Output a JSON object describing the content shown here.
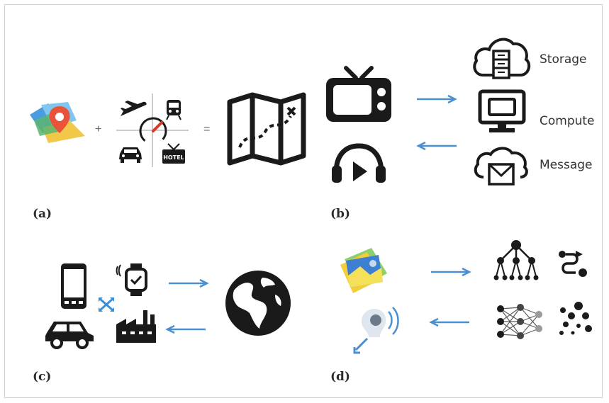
{
  "panels": {
    "a": {
      "label": "(a)",
      "plus": "+",
      "equals": "=",
      "hotel_text": "HOTEL"
    },
    "b": {
      "label": "(b)",
      "services": [
        "Storage",
        "Compute",
        "Message"
      ]
    },
    "c": {
      "label": "(c)"
    },
    "d": {
      "label": "(d)"
    }
  },
  "colors": {
    "arrow": "#4a8fd0",
    "icon": "#1a1a1a",
    "pin": "#e8533a",
    "speed_red": "#d63b2a",
    "cross": "#3b8fd6"
  }
}
